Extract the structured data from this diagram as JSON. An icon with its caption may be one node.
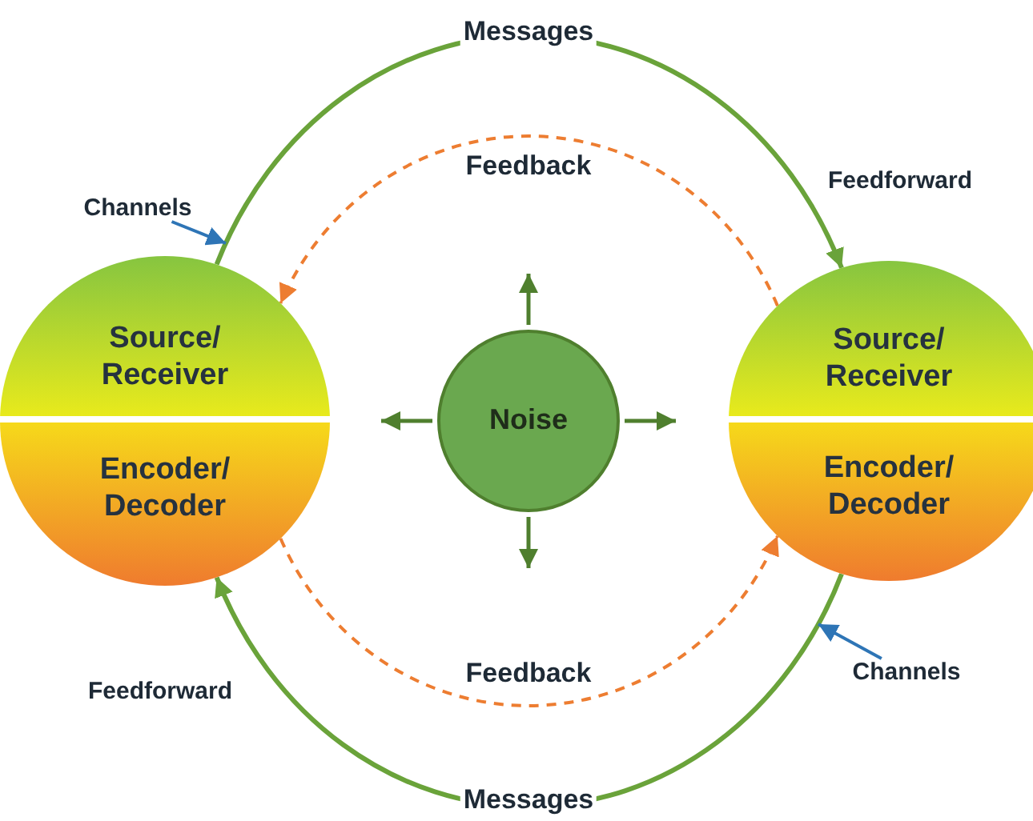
{
  "diagram": {
    "nodes": [
      {
        "text": [
          "Channels"
        ]
      },
      {
        "text": [
          "Source/ Receiver",
          "Encoder/ Decoder"
        ]
      },
      {
        "text": [
          "Noise"
        ]
      },
      {
        "text": [
          "Source/ Receiver",
          "Encoder/ Decoder"
        ]
      },
      {
        "text": [
          "Channels"
        ]
      }
    ],
    "edges": [
      {
        "from": 1,
        "to": 3,
        "arrow": "to",
        "label": "Messages"
      },
      {
        "from": 3,
        "to": 1,
        "arrow": "to",
        "label": "Feedback",
        "style": "dashed",
        "color": "#ed7d31"
      },
      {
        "from": 1,
        "to": 3,
        "arrow": "to",
        "label": "Feedback",
        "style": "dashed",
        "color": "#ed7d31"
      },
      {
        "from": 3,
        "to": 1,
        "arrow": "to",
        "label": "Messages"
      },
      {
        "from": 0,
        "to": null,
        "arrow": "to",
        "color": "#2e75b6"
      },
      {
        "from": 4,
        "to": null,
        "arrow": "to",
        "color": "#2e75b6"
      }
    ],
    "labels": [
      "Feedforward",
      "Feedforward"
    ]
  }
}
